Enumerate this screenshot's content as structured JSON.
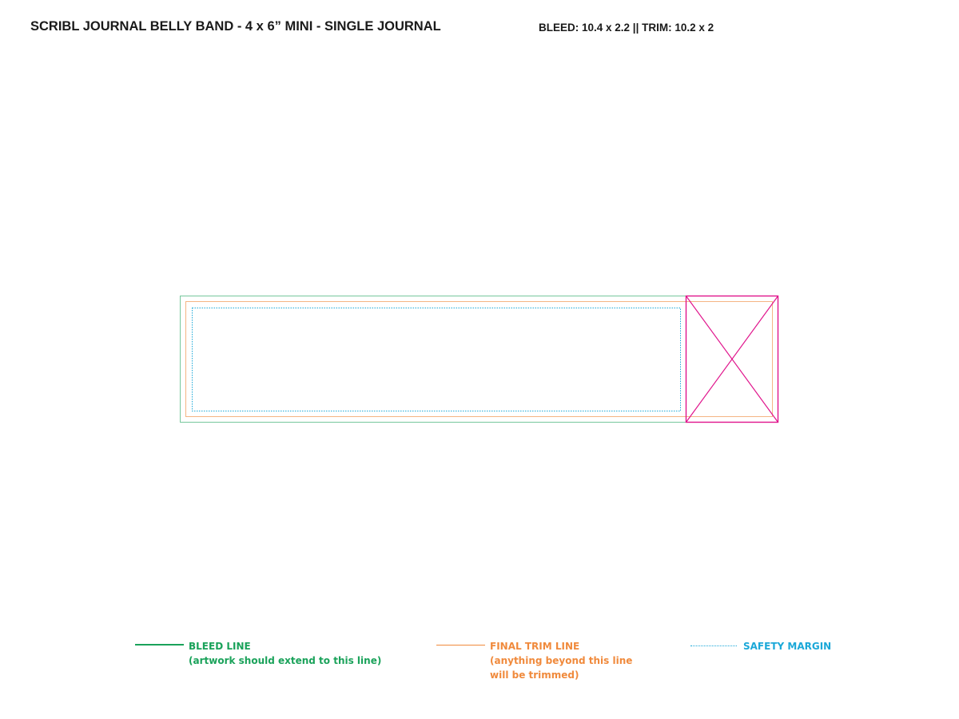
{
  "header": {
    "title": "SCRIBL JOURNAL BELLY BAND - 4 x 6” MINI - SINGLE JOURNAL",
    "specs": "BLEED: 10.4 x 2.2 || TRIM: 10.2 x 2"
  },
  "colors": {
    "bleed": "#1aa25a",
    "trim": "#f08a3c",
    "safety": "#1ba8d8",
    "cutout": "#e0148c"
  },
  "legend": {
    "bleed": {
      "label": "BLEED LINE",
      "note": "(artwork should extend to this line)"
    },
    "trim": {
      "label": "FINAL TRIM LINE",
      "note_line1": "(anything beyond this line",
      "note_line2": "will be trimmed)"
    },
    "safety": {
      "label": "SAFETY MARGIN"
    }
  }
}
